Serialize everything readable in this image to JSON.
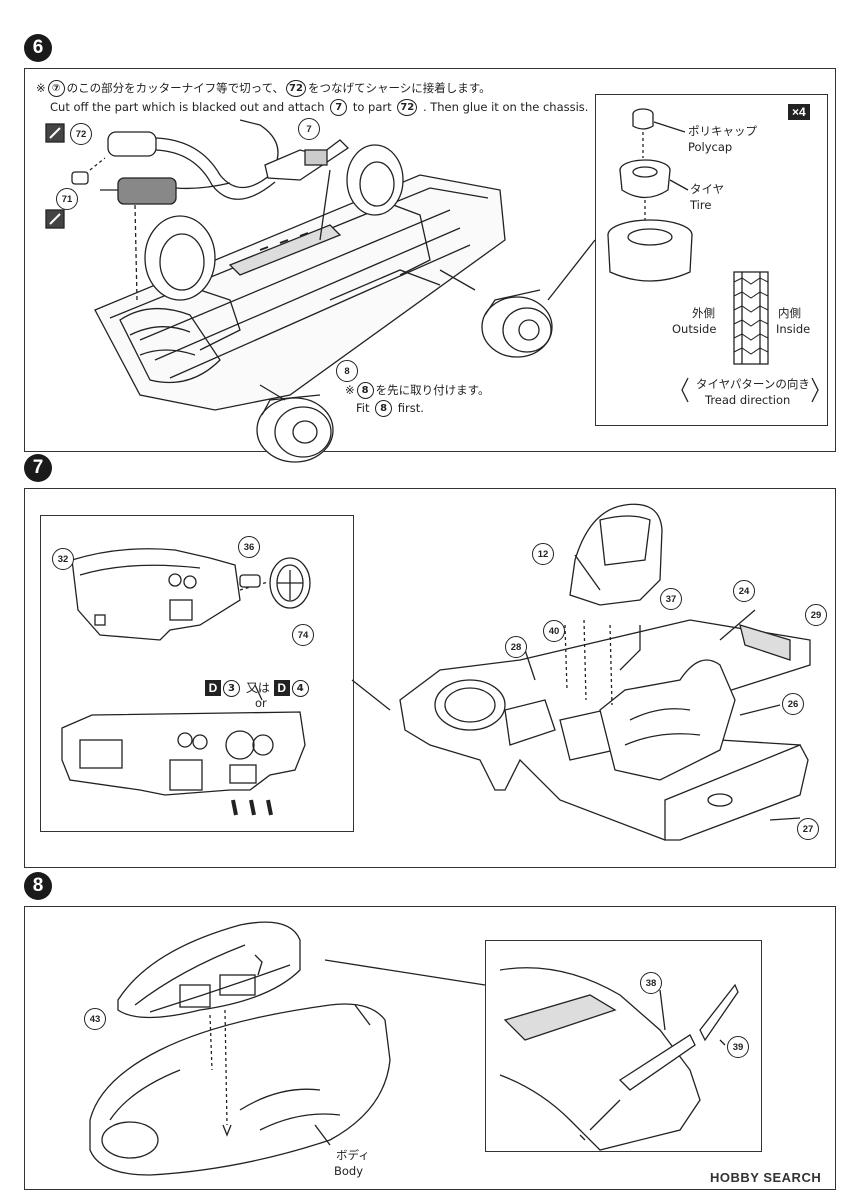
{
  "steps": [
    {
      "number": "6"
    },
    {
      "number": "7"
    },
    {
      "number": "8"
    }
  ],
  "step6": {
    "note_jp_prefix": "※",
    "note_jp_p1": "⑦",
    "note_jp_mid": "のこの部分をカッターナイフ等で切って、",
    "note_jp_p2": "72",
    "note_jp_suffix": "をつなげてシャーシに接着します。",
    "note_en_a": "Cut off the part which is blacked out and attach",
    "note_en_p1": "7",
    "note_en_b": "to part",
    "note_en_p2": "72",
    "note_en_c": ". Then glue it on the chassis.",
    "parts": [
      "72",
      "71",
      "7",
      "8"
    ],
    "fit_jp_prefix": "※",
    "fit_jp_part": "8",
    "fit_jp_suffix": "を先に取り付けます。",
    "fit_en_a": "Fit",
    "fit_en_part": "8",
    "fit_en_b": "first.",
    "inset": {
      "qty": "×4",
      "polycap_jp": "ポリキャップ",
      "polycap_en": "Polycap",
      "tire_jp": "タイヤ",
      "tire_en": "Tire",
      "outside_jp": "外側",
      "outside_en": "Outside",
      "inside_jp": "内側",
      "inside_en": "Inside",
      "tread_jp": "タイヤパターンの向き",
      "tread_en": "Tread direction"
    }
  },
  "step7": {
    "parts": [
      "32",
      "36",
      "74",
      "12",
      "37",
      "24",
      "29",
      "40",
      "28",
      "26",
      "27"
    ],
    "decal_a_letter": "D",
    "decal_a_num": "3",
    "decal_join_jp": "又は",
    "decal_join_en": "or",
    "decal_b_letter": "D",
    "decal_b_num": "4"
  },
  "step8": {
    "parts": [
      "43",
      "38",
      "39"
    ],
    "body_jp": "ボディ",
    "body_en": "Body"
  },
  "watermark": "HOBBY SEARCH"
}
